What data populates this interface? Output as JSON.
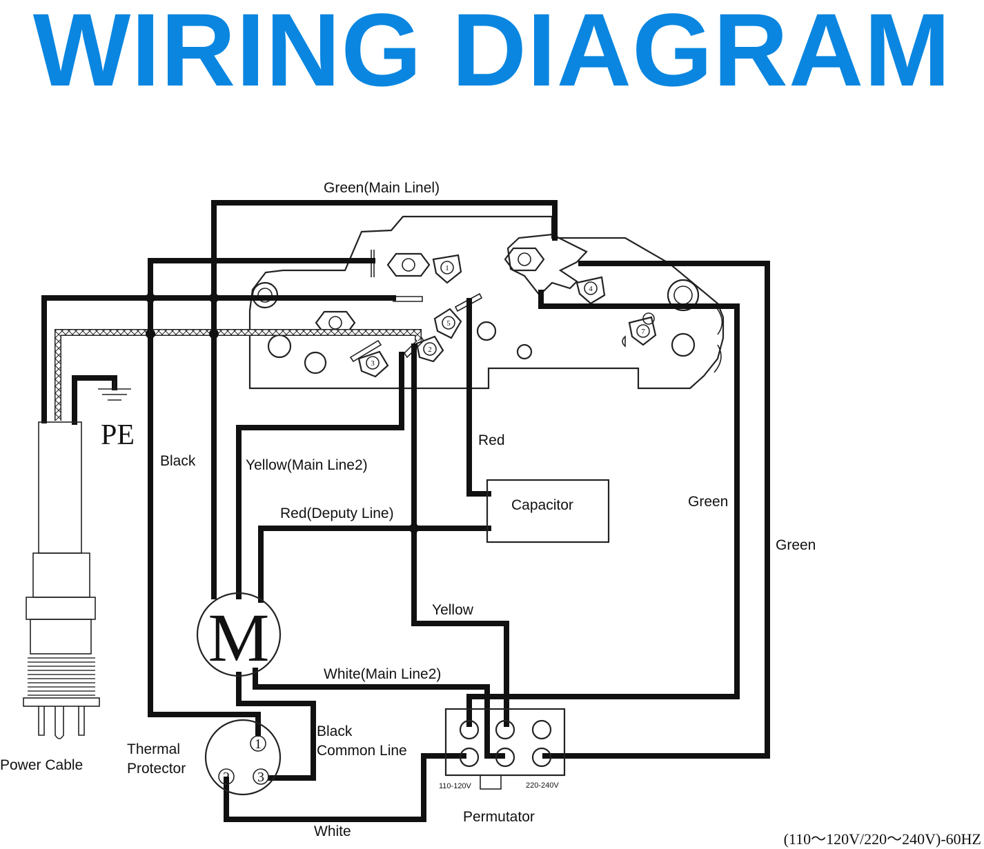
{
  "title": "WIRING DIAGRAM",
  "colors": {
    "title": "#0a86e0",
    "wire": "#111111",
    "line": "#222222",
    "background": "#ffffff"
  },
  "labels": {
    "green_main_line1": "Green(Main Linel)",
    "pe": "PE",
    "black": "Black",
    "yellow_main_line2": "Yellow(Main Line2)",
    "red": "Red",
    "capacitor": "Capacitor",
    "green_inner": "Green",
    "green_outer": "Green",
    "red_deputy_line": "Red(Deputy Line)",
    "yellow": "Yellow",
    "motor": "M",
    "white_main_line2": "White(Main Line2)",
    "black_common": "Black",
    "common_line": "Common Line",
    "thermal": "Thermal",
    "protector": "Protector",
    "power_cable": "Power Cable",
    "voltage_110": "110-120V",
    "voltage_220": "220-240V",
    "permutator": "Permutator",
    "white": "White",
    "rating": "(110～120V/220～240V)-60HZ"
  },
  "terminal_numbers": {
    "t1": "1",
    "t2": "2",
    "t3": "3",
    "t4": "4",
    "t5": "5",
    "t7": "7",
    "thermal_1": "1",
    "thermal_2": "2",
    "thermal_3": "3"
  }
}
